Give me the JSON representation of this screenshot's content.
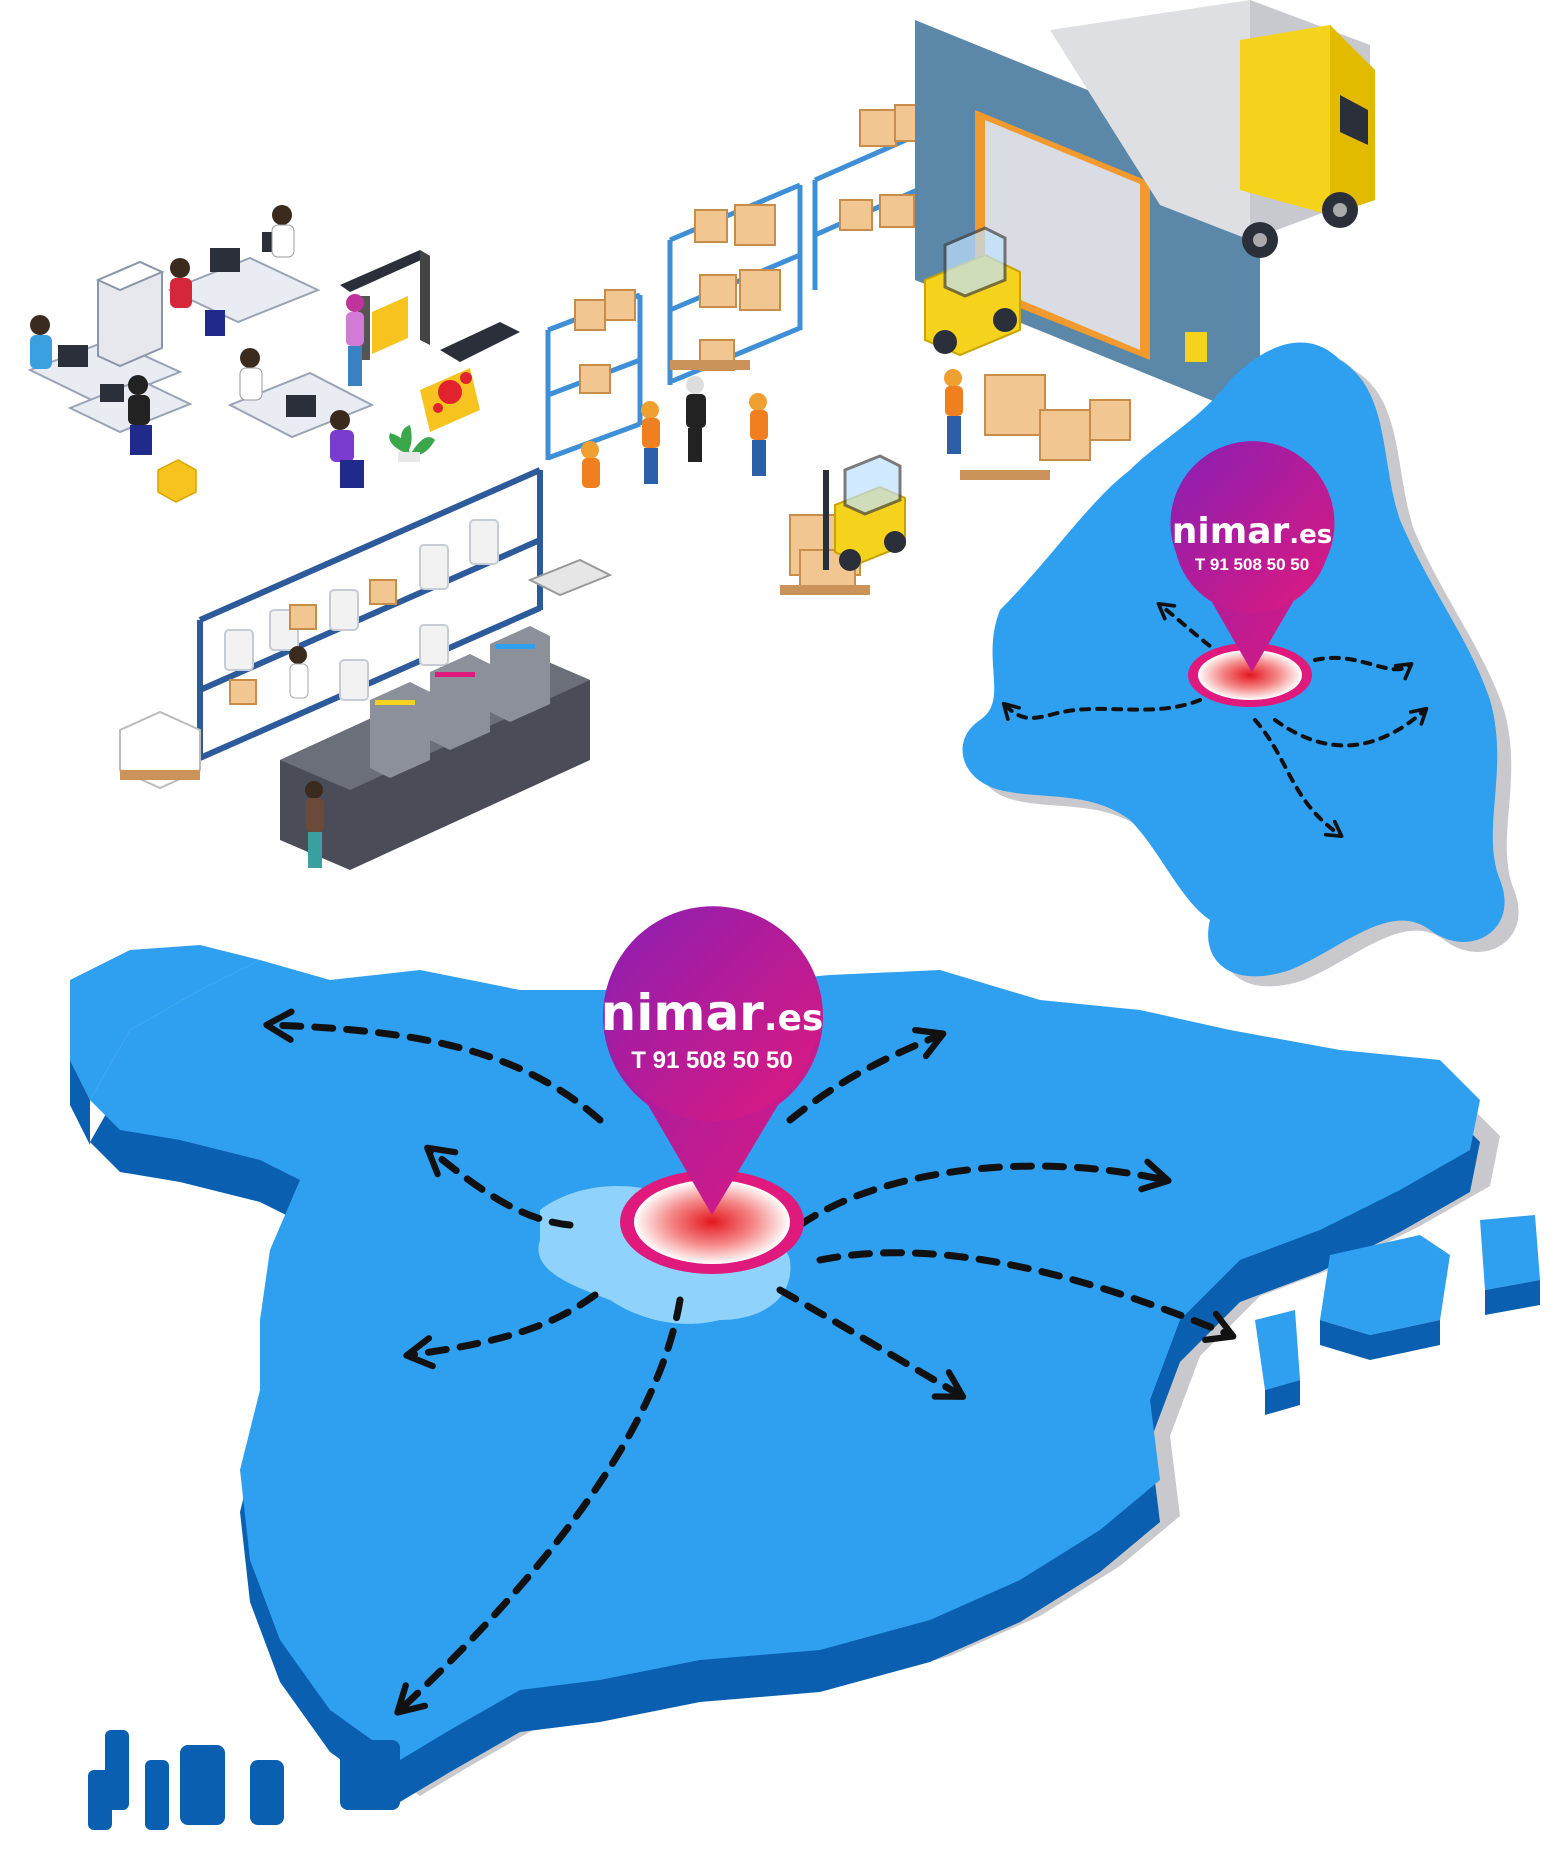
{
  "brand": {
    "name": "nimar",
    "domain": ".es",
    "phone": "T 91 508 50 50",
    "pin_color": "#e0197d",
    "pin_color_dark": "#8a1fb3"
  },
  "map": {
    "land_color": "#2f9ff0",
    "land_side_color": "#0a5fb0",
    "shadow_color": "#c9c9cd",
    "madrid_highlight_color": "#8fd2fb",
    "arrow_color": "#111111"
  },
  "icons": {
    "office": "office-workers-icon",
    "printers": "large-format-printer-icon",
    "warehouse": "warehouse-shelves-icon",
    "truck": "delivery-truck-icon",
    "forklift": "forklift-icon",
    "press": "offset-printing-press-icon",
    "pin": "location-pin-icon"
  }
}
